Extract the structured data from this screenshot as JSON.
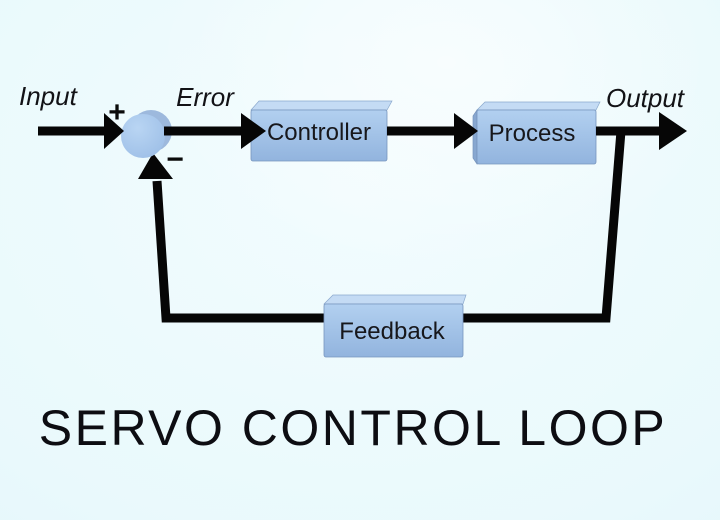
{
  "title": {
    "text": "SERVO CONTROL LOOP"
  },
  "diagram": {
    "signal_labels": {
      "input": "Input",
      "error": "Error",
      "output": "Output"
    },
    "junction": {
      "plus_sign": "+",
      "minus_sign": "−"
    },
    "blocks": {
      "controller": {
        "label": "Controller"
      },
      "process": {
        "label": "Process"
      },
      "feedback": {
        "label": "Feedback"
      }
    }
  },
  "colors": {
    "background_tint": "#e9f9fc",
    "block_fill": "#a4c4e9",
    "block_top_face": "#c4dbf4",
    "block_side_face": "#87a7d0",
    "junction_fill": "#a9c9ee",
    "wire": "#060606",
    "label_text": "#17171b",
    "title_text": "#0d0d12"
  }
}
